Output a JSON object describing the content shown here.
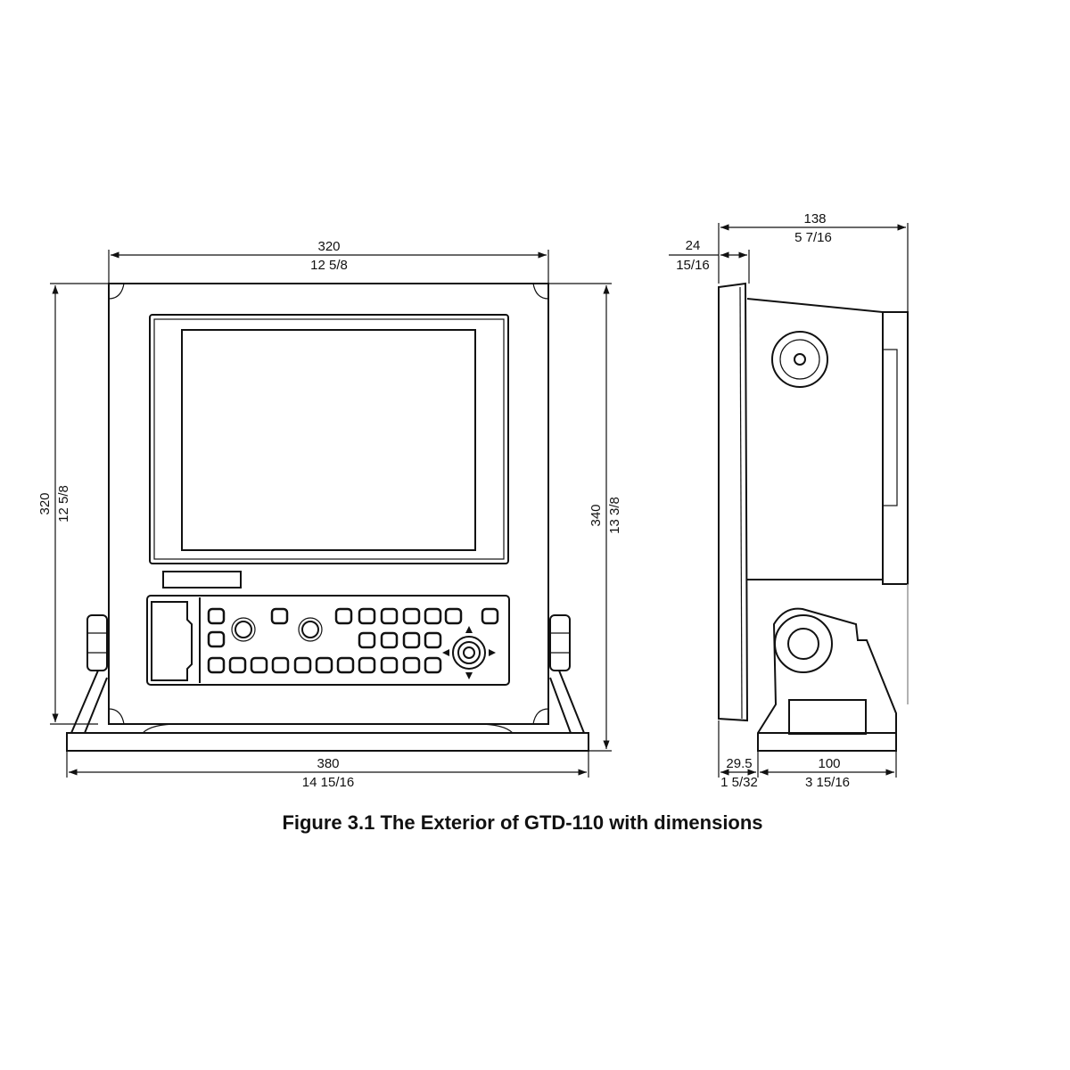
{
  "caption": "Figure 3.1 The Exterior of GTD-110 with dimensions",
  "front_view": {
    "width_top": {
      "mm": "320",
      "inch": "12 5/8"
    },
    "height_left": {
      "mm": "320",
      "inch": "12 5/8"
    },
    "height_right": {
      "mm": "340",
      "inch": "13 3/8"
    },
    "width_base": {
      "mm": "380",
      "inch": "14 15/16"
    }
  },
  "side_view": {
    "depth_total": {
      "mm": "138",
      "inch": "5 7/16"
    },
    "panel_depth": {
      "mm": "24",
      "inch": "15/16"
    },
    "front_offset": {
      "mm": "29.5",
      "inch": "1 5/32"
    },
    "bracket_depth": {
      "mm": "100",
      "inch": "3 15/16"
    }
  }
}
